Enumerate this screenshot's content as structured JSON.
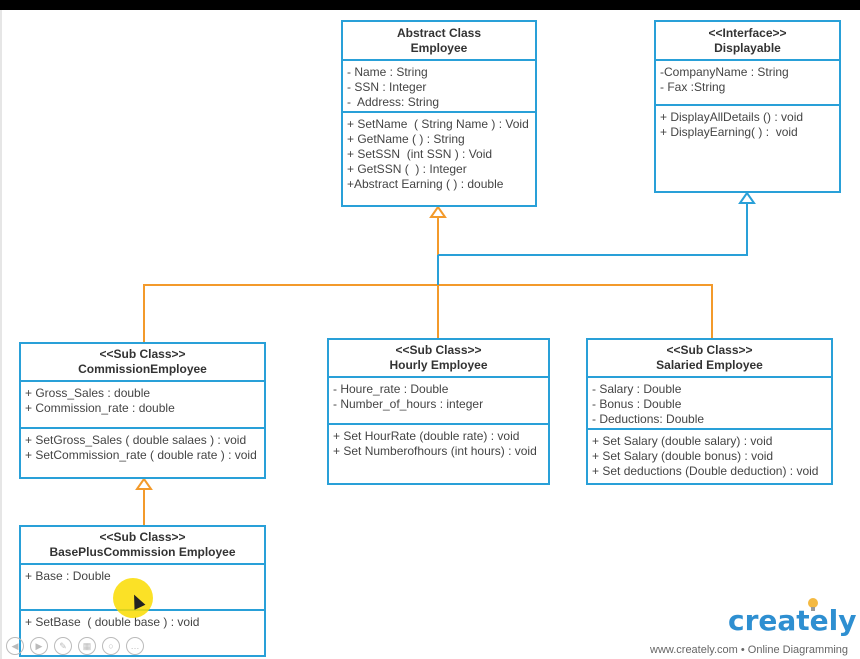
{
  "classes": {
    "employee": {
      "stereotype": "Abstract  Class",
      "name": "Employee",
      "attributes": [
        "- Name : String",
        "- SSN : Integer",
        "-  Address: String"
      ],
      "methods": [
        "+ SetName  ( String Name ) : Void",
        "+ GetName ( ) : String",
        "+ SetSSN  (int SSN ) : Void",
        "+ GetSSN (  ) : Integer",
        "+Abstract Earning ( ) : double"
      ]
    },
    "displayable": {
      "stereotype": "<<Interface>>",
      "name": "Displayable",
      "attributes": [
        "-CompanyName : String",
        "- Fax :String"
      ],
      "methods": [
        "+ DisplayAllDetails () : void",
        "+ DisplayEarning( ) :  void"
      ]
    },
    "commission": {
      "stereotype": "<<Sub Class>>",
      "name": "CommissionEmployee",
      "attributes": [
        "+ Gross_Sales : double",
        "+ Commission_rate : double"
      ],
      "methods": [
        "+ SetGross_Sales ( double salaes ) : void",
        "+ SetCommission_rate ( double rate ) : void"
      ]
    },
    "hourly": {
      "stereotype": "<<Sub Class>>",
      "name": "Hourly Employee",
      "attributes": [
        "- Houre_rate : Double",
        "- Number_of_hours : integer"
      ],
      "methods": [
        "+ Set HourRate (double rate) : void",
        "+ Set Numberofhours (int hours) : void"
      ]
    },
    "salaried": {
      "stereotype": "<<Sub Class>>",
      "name": "Salaried Employee",
      "attributes": [
        "- Salary : Double",
        "- Bonus : Double",
        "- Deductions: Double"
      ],
      "methods": [
        "+ Set Salary (double salary) : void",
        "+ Set Salary (double bonus) : void",
        "+ Set deductions (Double deduction) : void"
      ]
    },
    "baseplus": {
      "stereotype": "<<Sub Class>>",
      "name": "BasePlusCommission Employee",
      "attributes": [
        "+ Base : Double"
      ],
      "methods": [
        "+ SetBase  ( double base ) : void"
      ]
    }
  },
  "branding": {
    "logo": "creately",
    "tagline": "www.creately.com • Online Diagramming"
  },
  "colors": {
    "class_border": "#29a0d8",
    "generalization_line": "#f39a2b",
    "realization_line": "#29a0d8",
    "brand": "#2e8fd1"
  }
}
